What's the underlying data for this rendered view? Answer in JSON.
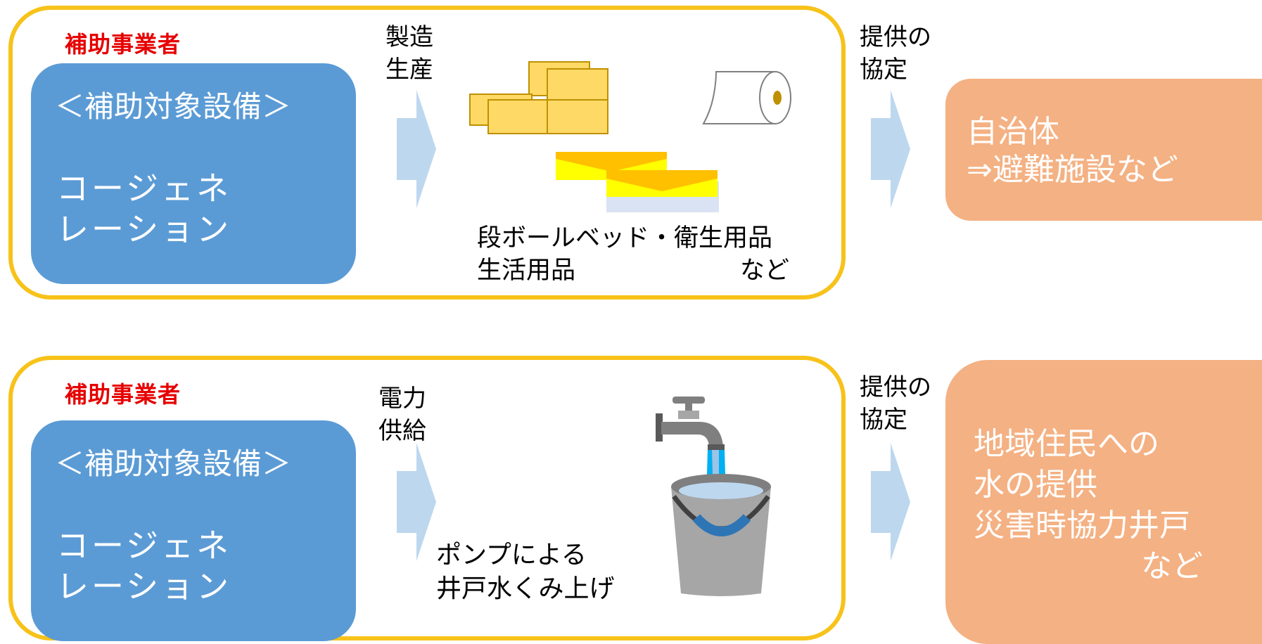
{
  "top_row": {
    "operator_label": "補助事業者",
    "equipment_title": "＜補助対象設備＞",
    "equipment_line1": "コージェネ",
    "equipment_line2": "レーション",
    "process_label_line1": "製造",
    "process_label_line2": "生産",
    "goods_line1": "段ボールベッド・衛生用品",
    "goods_line2a": "生活用品",
    "goods_line2b": "など",
    "agreement_line1": "提供の",
    "agreement_line2": "協定",
    "recipient_line1": "自治体",
    "recipient_line2": "⇒避難施設など"
  },
  "bottom_row": {
    "operator_label": "補助事業者",
    "equipment_title": "＜補助対象設備＞",
    "equipment_line1": "コージェネ",
    "equipment_line2": "レーション",
    "process_label_line1": "電力",
    "process_label_line2": "供給",
    "pump_line1": "ポンプによる",
    "pump_line2": "井戸水くみ上げ",
    "agreement_line1": "提供の",
    "agreement_line2": "協定",
    "recipient_line1": "地域住民への",
    "recipient_line2": "水の提供",
    "recipient_line3": "災害時協力井戸",
    "recipient_line4": "など"
  },
  "colors": {
    "frame_border": "#f7c21a",
    "operator_text": "#e60000",
    "equipment_box": "#5b9bd5",
    "arrow": "#bdd7ee",
    "recipient_box": "#f4b183"
  },
  "icons": [
    "cardboard-boxes-icon",
    "toilet-paper-icon",
    "cardboard-bed-icon",
    "faucet-icon",
    "water-bucket-icon",
    "right-arrow-icon"
  ]
}
